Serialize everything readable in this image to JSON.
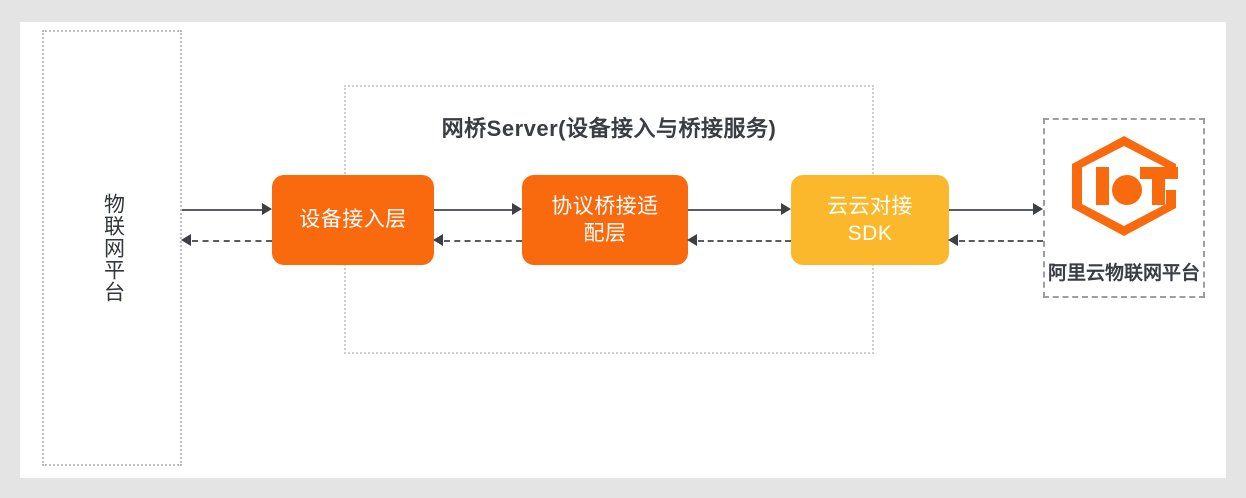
{
  "diagram": {
    "title_visible": false,
    "background_color": "#e4e4e4",
    "canvas_color": "#ffffff",
    "left_platform": {
      "label": "物联网平台",
      "border_style": "dotted",
      "border_color": "#bdbdbd"
    },
    "bridge_server": {
      "title": "网桥Server(设备接入与桥接服务)",
      "border_style": "dotted",
      "border_color": "#cfcfcf"
    },
    "nodes": [
      {
        "id": "device-access-layer",
        "label": "设备接入层",
        "color": "#f96a0e"
      },
      {
        "id": "protocol-bridge-adapter-layer",
        "label": "协议桥接适配层",
        "color": "#f96a0e"
      },
      {
        "id": "cloud-to-cloud-sdk",
        "label": "云云对接\nSDK",
        "color": "#fbb82c"
      }
    ],
    "aliyun_platform": {
      "label": "阿里云物联网平台",
      "logo_name": "iot-logo",
      "logo_color": "#f96a0e",
      "border_style": "dashed",
      "border_color": "#9e9e9e"
    },
    "connectors": [
      {
        "id": "platform-to-access",
        "direction": "right",
        "style": "solid",
        "color": "#595b5e"
      },
      {
        "id": "access-to-platform",
        "direction": "left",
        "style": "dashed",
        "color": "#595b5e"
      },
      {
        "id": "access-to-adapter",
        "direction": "right",
        "style": "solid",
        "color": "#595b5e"
      },
      {
        "id": "adapter-to-access",
        "direction": "left",
        "style": "dashed",
        "color": "#595b5e"
      },
      {
        "id": "adapter-to-sdk",
        "direction": "right",
        "style": "solid",
        "color": "#595b5e"
      },
      {
        "id": "sdk-to-adapter",
        "direction": "left",
        "style": "dashed",
        "color": "#595b5e"
      },
      {
        "id": "sdk-to-aliyun",
        "direction": "right",
        "style": "solid",
        "color": "#595b5e"
      },
      {
        "id": "aliyun-to-sdk",
        "direction": "left",
        "style": "dashed",
        "color": "#595b5e"
      }
    ]
  }
}
